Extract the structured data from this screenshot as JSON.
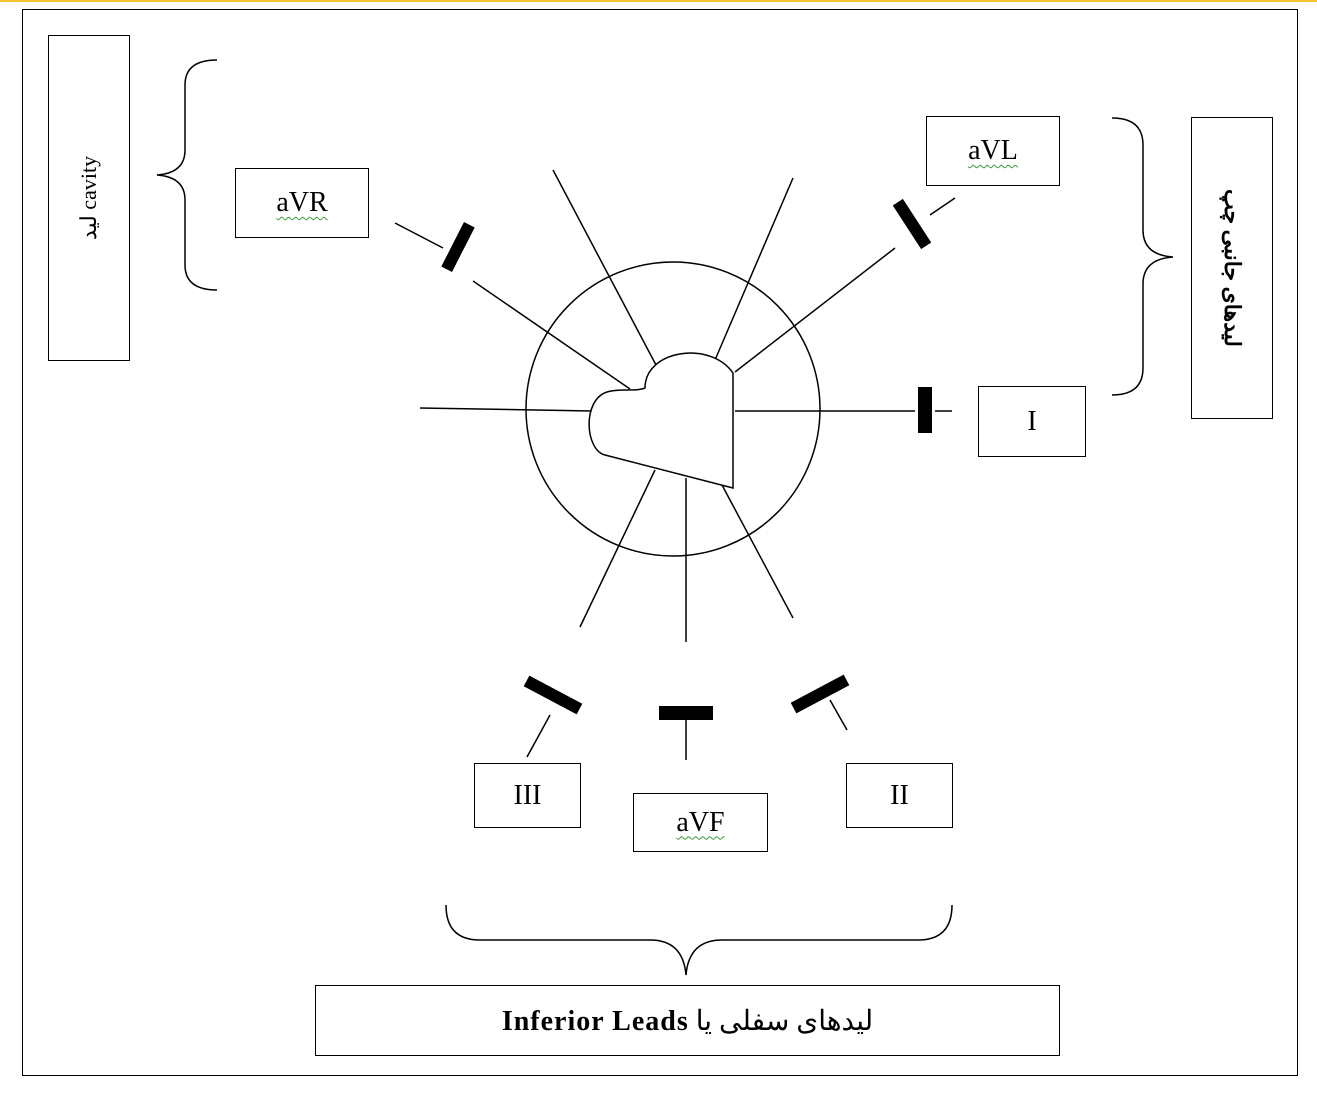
{
  "leads": {
    "avr": "aVR",
    "avl": "aVL",
    "i": "I",
    "ii": "II",
    "iii": "III",
    "avf": "aVF"
  },
  "groups": {
    "cavity": "لید cavity",
    "lateral": "لیدهای جانبی چپ",
    "inferior_fa": "لیدهای سفلی یا",
    "inferior_en": "Inferior Leads"
  },
  "colors": {
    "line": "#000000",
    "spellcheck_underline": "#3a9a3a",
    "top_rule": "#f4c430"
  }
}
